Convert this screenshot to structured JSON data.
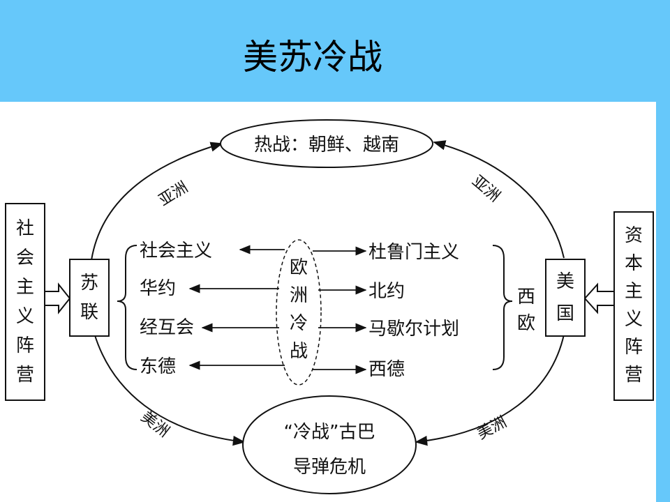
{
  "slide": {
    "title": "美苏冷战"
  },
  "diagram": {
    "left_camp": [
      "社",
      "会",
      "主",
      "义",
      "阵",
      "营"
    ],
    "right_camp": [
      "资",
      "本",
      "主",
      "义",
      "阵",
      "营"
    ],
    "ussr": [
      "苏",
      "联"
    ],
    "usa": [
      "美",
      "国"
    ],
    "hot_war": "热战：朝鲜、越南",
    "crisis_line1": "“冷战”古巴",
    "crisis_line2": "导弹危机",
    "center": [
      "欧",
      "洲",
      "冷",
      "战"
    ],
    "west_europe": [
      "西",
      "欧"
    ],
    "left_items": [
      "社会主义",
      "华约",
      "经互会",
      "东德"
    ],
    "right_items": [
      "杜鲁门主义",
      "北约",
      "马歇尔计划",
      "西德"
    ],
    "route_asia_left": "亚洲",
    "route_asia_right": "亚洲",
    "route_america_left": "美洲",
    "route_america_right": "美洲"
  }
}
